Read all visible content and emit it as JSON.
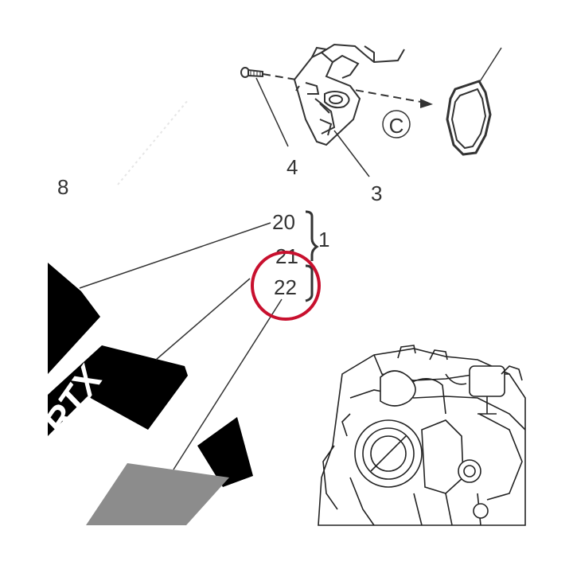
{
  "callouts": {
    "c8": "8",
    "c4": "4",
    "c3": "3",
    "c20": "20",
    "c21": "21",
    "c22": "22",
    "c1": "1",
    "detail_marker": "C"
  },
  "decal_logo_text": "RTX",
  "highlight": {
    "target": "22",
    "color": "#c8102e"
  },
  "colors": {
    "line": "#333333",
    "decal_black": "#000000",
    "decal_gray": "#8c8c8c",
    "highlight": "#c8102e"
  }
}
